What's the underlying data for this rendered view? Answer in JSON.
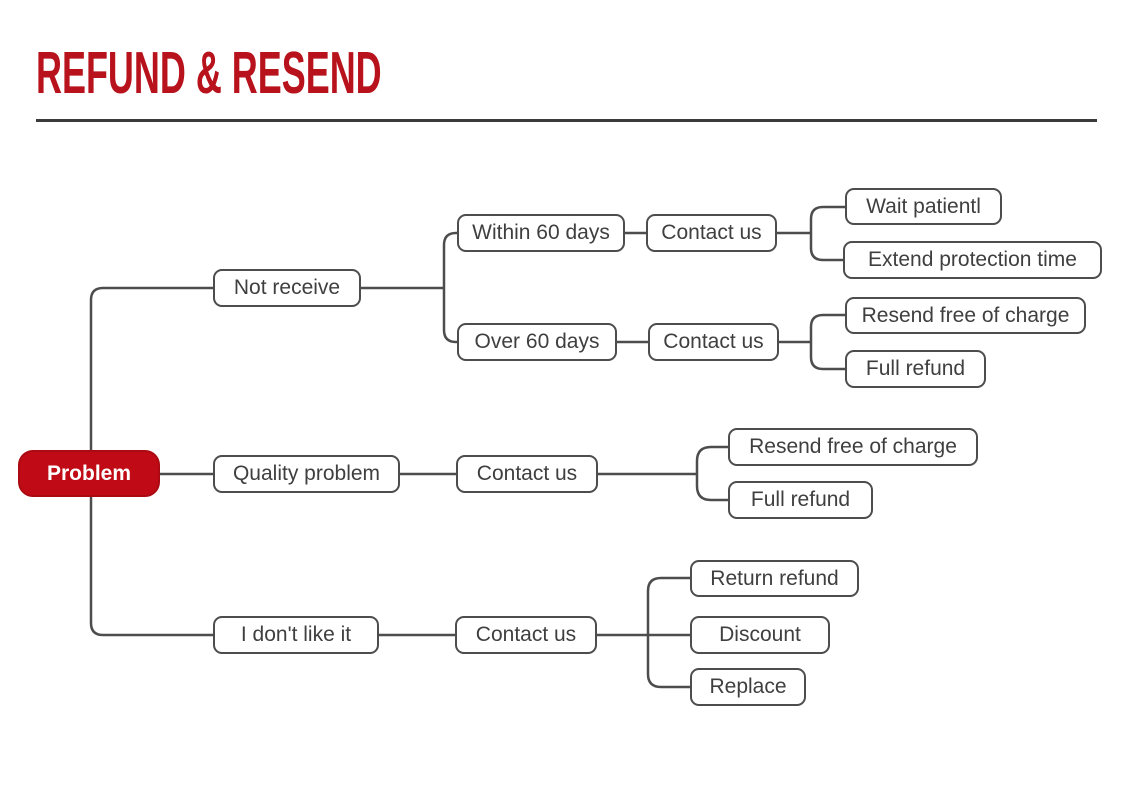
{
  "title": "REFUND & RESEND",
  "colors": {
    "title_red": "#b8121c",
    "node_red": "#c00b16",
    "line_gray": "#4d4d4d"
  },
  "nodes": [
    {
      "id": "problem",
      "label": "Problem"
    },
    {
      "id": "not-receive",
      "label": "Not receive"
    },
    {
      "id": "within-60-days",
      "label": "Within 60 days"
    },
    {
      "id": "contact-us-1",
      "label": "Contact us"
    },
    {
      "id": "wait-patientl",
      "label": "Wait patientl"
    },
    {
      "id": "extend-protection-time",
      "label": "Extend protection time"
    },
    {
      "id": "over-60-days",
      "label": "Over 60 days"
    },
    {
      "id": "contact-us-2",
      "label": "Contact us"
    },
    {
      "id": "resend-free-of-charge-1",
      "label": "Resend free of charge"
    },
    {
      "id": "full-refund-1",
      "label": "Full refund"
    },
    {
      "id": "quality-problem",
      "label": "Quality problem"
    },
    {
      "id": "contact-us-3",
      "label": "Contact us"
    },
    {
      "id": "resend-free-of-charge-2",
      "label": "Resend free of charge"
    },
    {
      "id": "full-refund-2",
      "label": "Full refund"
    },
    {
      "id": "i-dont-like-it",
      "label": "I don't like it"
    },
    {
      "id": "contact-us-4",
      "label": "Contact us"
    },
    {
      "id": "return-refund",
      "label": "Return refund"
    },
    {
      "id": "discount",
      "label": "Discount"
    },
    {
      "id": "replace",
      "label": "Replace"
    }
  ]
}
